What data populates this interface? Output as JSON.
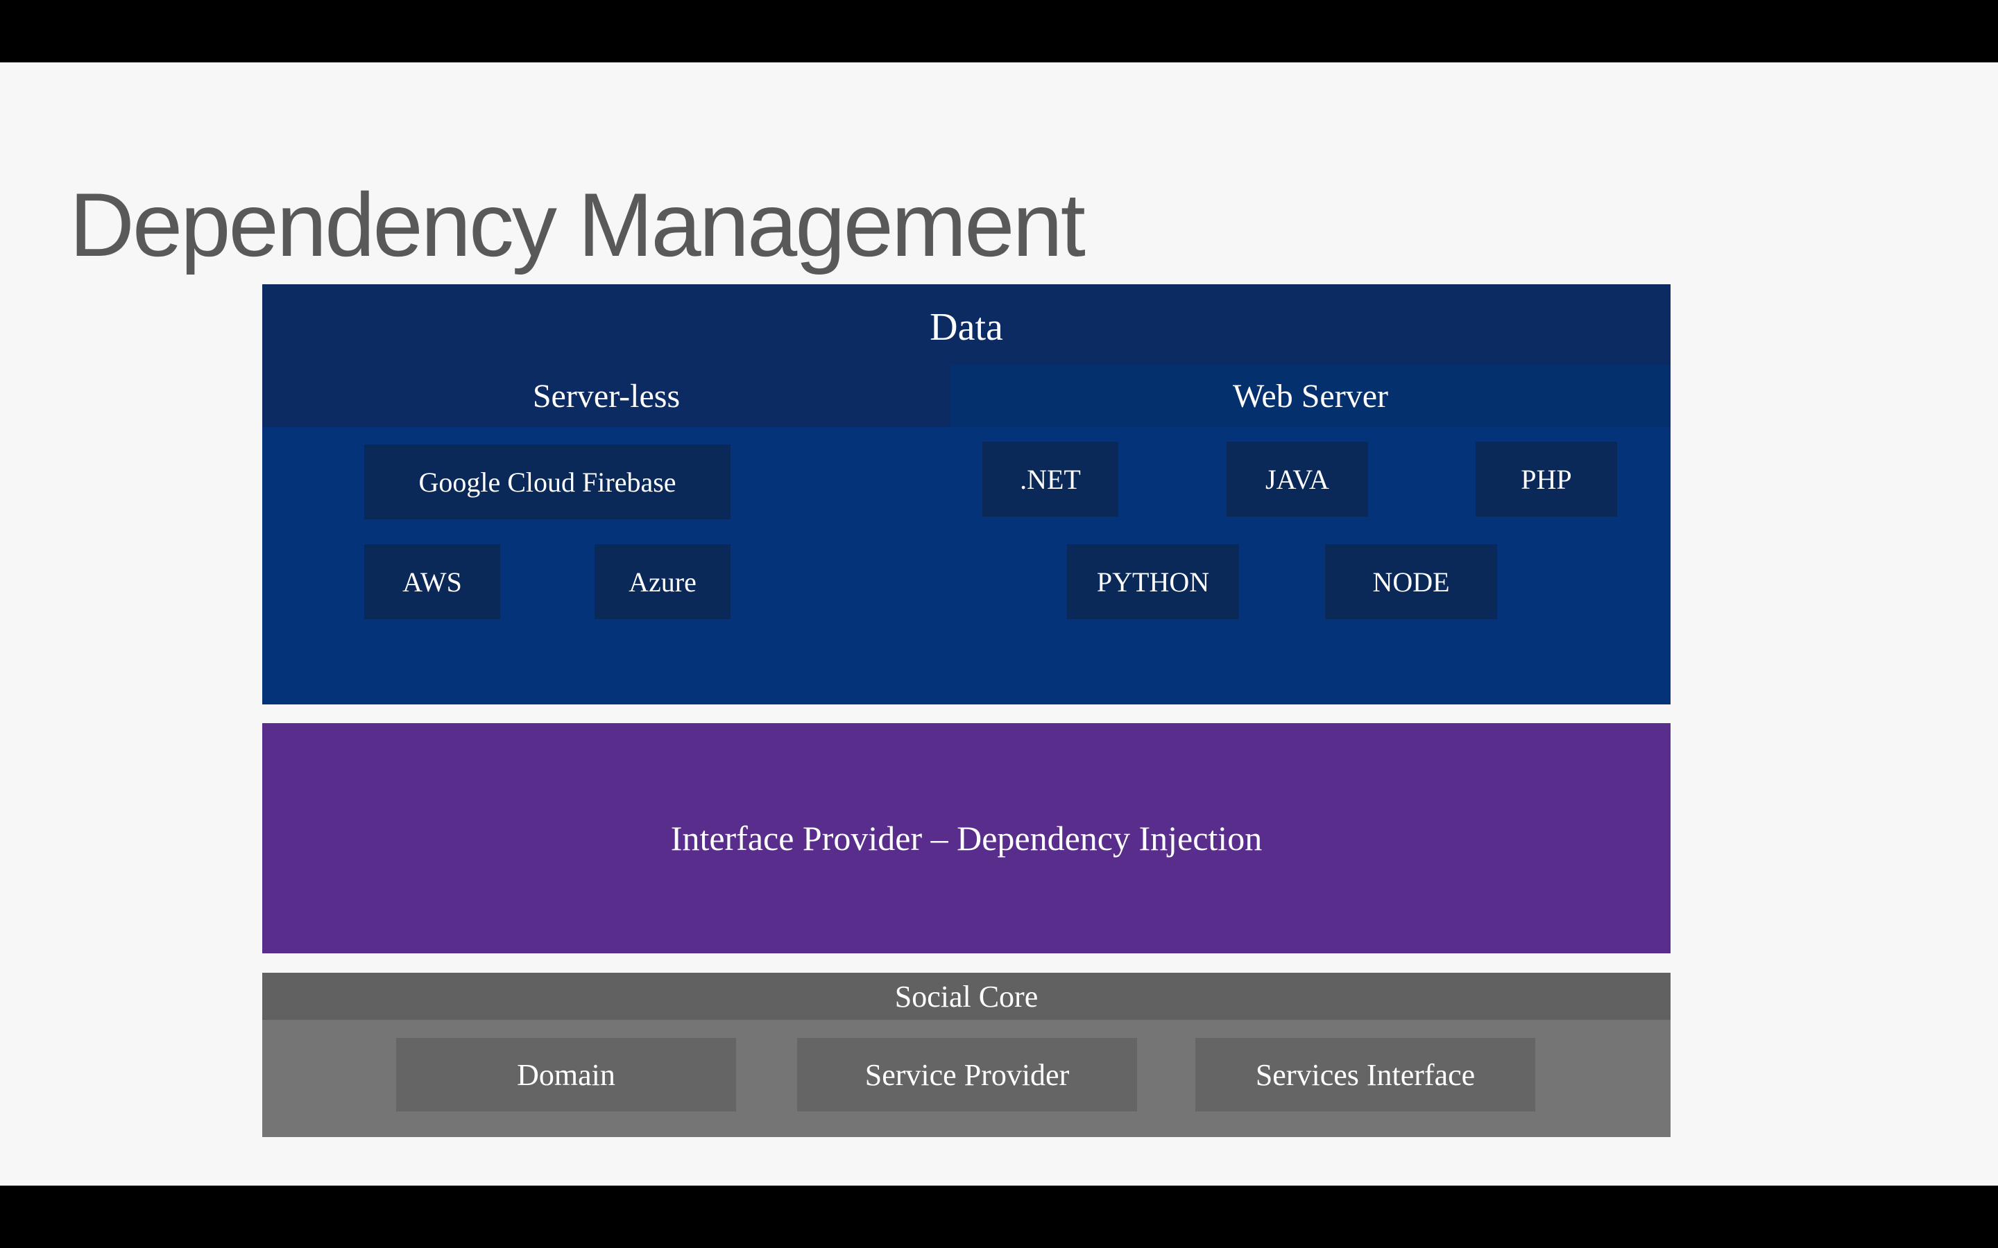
{
  "slide": {
    "title": "Dependency Management"
  },
  "diagram": {
    "data_layer": {
      "title": "Data",
      "serverless": {
        "title": "Server-less",
        "chips": {
          "gcf": "Google Cloud Firebase",
          "aws": "AWS",
          "azure": "Azure"
        }
      },
      "webserver": {
        "title": "Web Server",
        "chips": {
          "dotnet": ".NET",
          "java": "JAVA",
          "php": "PHP",
          "python": "PYTHON",
          "node": "NODE"
        }
      }
    },
    "interface_layer": {
      "title": "Interface Provider – Dependency Injection"
    },
    "social_layer": {
      "title": "Social Core",
      "chips": {
        "domain": "Domain",
        "service_provider": "Service Provider",
        "services_interface": "Services Interface"
      }
    }
  },
  "colors": {
    "letterbox": "#000000",
    "slide_bg": "#F7F7F8",
    "title_color": "#595959",
    "data_layer_bg": "#0D2B63",
    "webserver_panel_bg": "#05306E",
    "data_body_bg": "#04337A",
    "data_chip_bg": "#0A2858",
    "interface_layer_bg": "#582D8C",
    "social_header_bg": "#616161",
    "social_body_bg": "#757575",
    "social_chip_bg": "#656565",
    "text_color": "#FFFFFF"
  }
}
